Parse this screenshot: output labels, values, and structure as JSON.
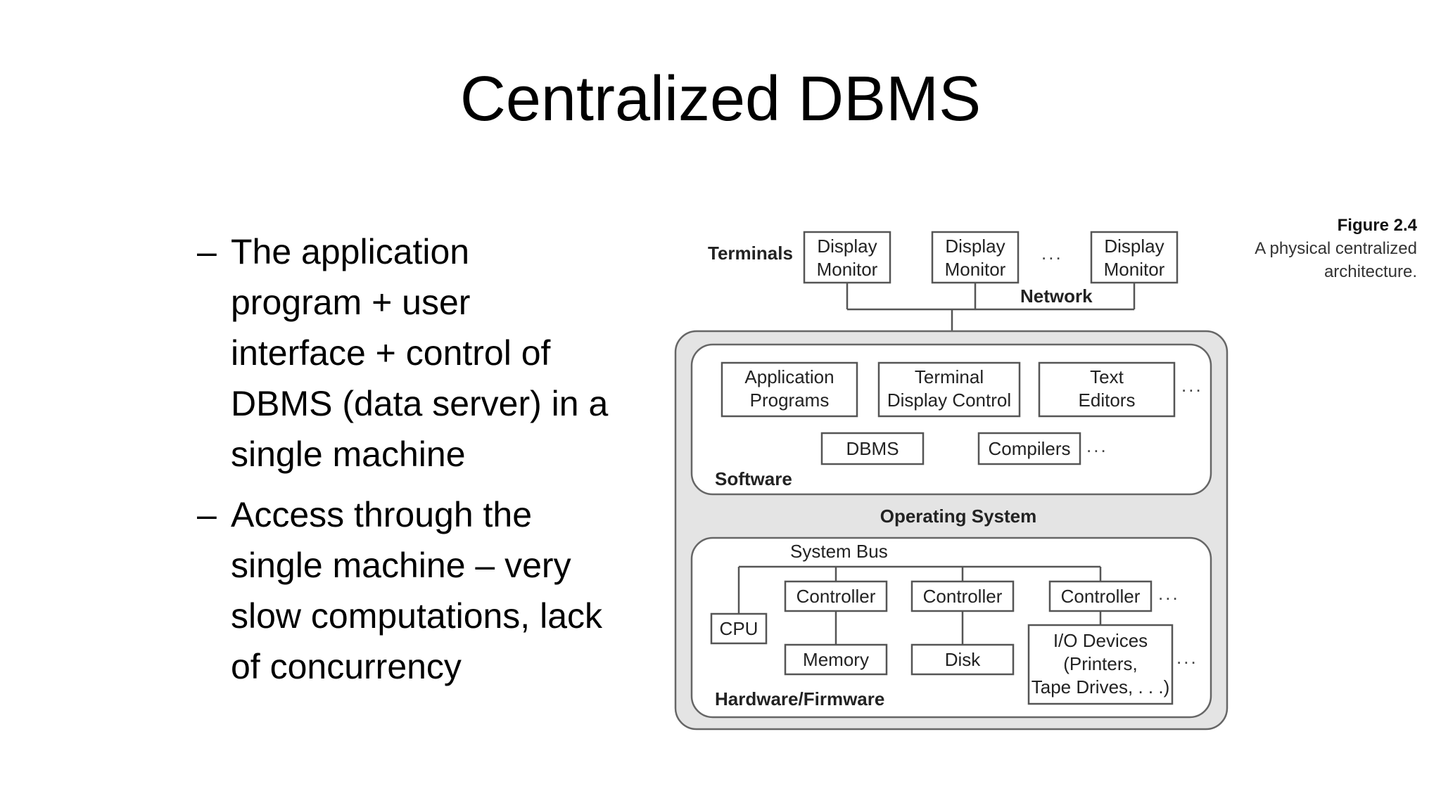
{
  "slide": {
    "title": "Centralized DBMS",
    "bullets": [
      {
        "marker": "–",
        "lines": [
          "The application",
          "program + user",
          "interface + control of",
          "DBMS (data server) in a",
          "single machine"
        ]
      },
      {
        "marker": "–",
        "lines": [
          "Access through the",
          "single machine – very",
          "slow computations, lack",
          "of concurrency"
        ]
      }
    ]
  },
  "figure": {
    "caption_title": "Figure 2.4",
    "caption_lines": [
      "A physical centralized",
      "architecture."
    ],
    "terminals_label": "Terminals",
    "network_label": "Network",
    "display_monitor": [
      "Display",
      "Monitor"
    ],
    "ellipsis": "...",
    "software_label": "Software",
    "os_label": "Operating System",
    "hardware_label": "Hardware/Firmware",
    "system_bus_label": "System Bus",
    "software_boxes": {
      "app_programs": [
        "Application",
        "Programs"
      ],
      "terminal_display": [
        "Terminal",
        "Display Control"
      ],
      "text_editors": [
        "Text",
        "Editors"
      ],
      "dbms": "DBMS",
      "compilers": "Compilers"
    },
    "hardware_boxes": {
      "cpu": "CPU",
      "controller": "Controller",
      "memory": "Memory",
      "disk": "Disk",
      "io_devices": [
        "I/O Devices",
        "(Printers,",
        "Tape Drives, . . .)"
      ]
    }
  }
}
